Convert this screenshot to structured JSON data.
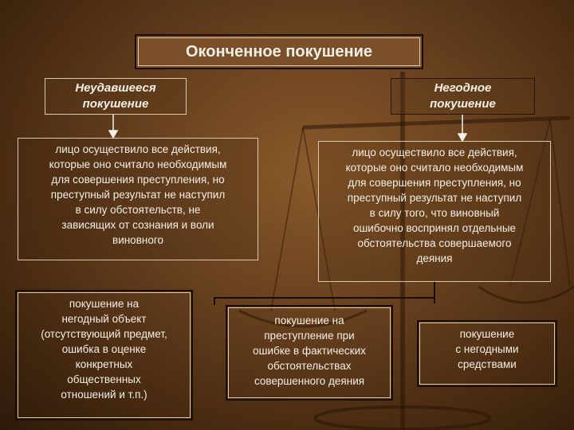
{
  "title": "Оконченное покушение",
  "left_head": "Неудавшееся\nпокушение",
  "right_head": "Негодное\nпокушение",
  "left_desc": "лицо осуществило все действия,\nкоторые оно считало необходимым\nдля совершения преступления, но\nпреступный результат не наступил\nв силу обстоятельств, не\nзависящих от сознания и воли\nвиновного",
  "right_desc": "лицо осуществило все действия,\nкоторые оно считало необходимым\nдля совершения преступления, но\nпреступный результат не наступил\nв силу того, что виновный\nошибочно воспринял отдельные\nобстоятельства совершаемого\nдеяния",
  "sub_object": "покушение на\nнегодный объект\n(отсутствующий предмет,\nошибка в оценке\nконкретных\nобщественных\nотношений и т.п.)",
  "sub_circumstances": "покушение на\nпреступление при\nошибке в фактических\nобстоятельствах\nсовершенного деяния",
  "sub_means": "покушение\nс негодными\nсредствами"
}
